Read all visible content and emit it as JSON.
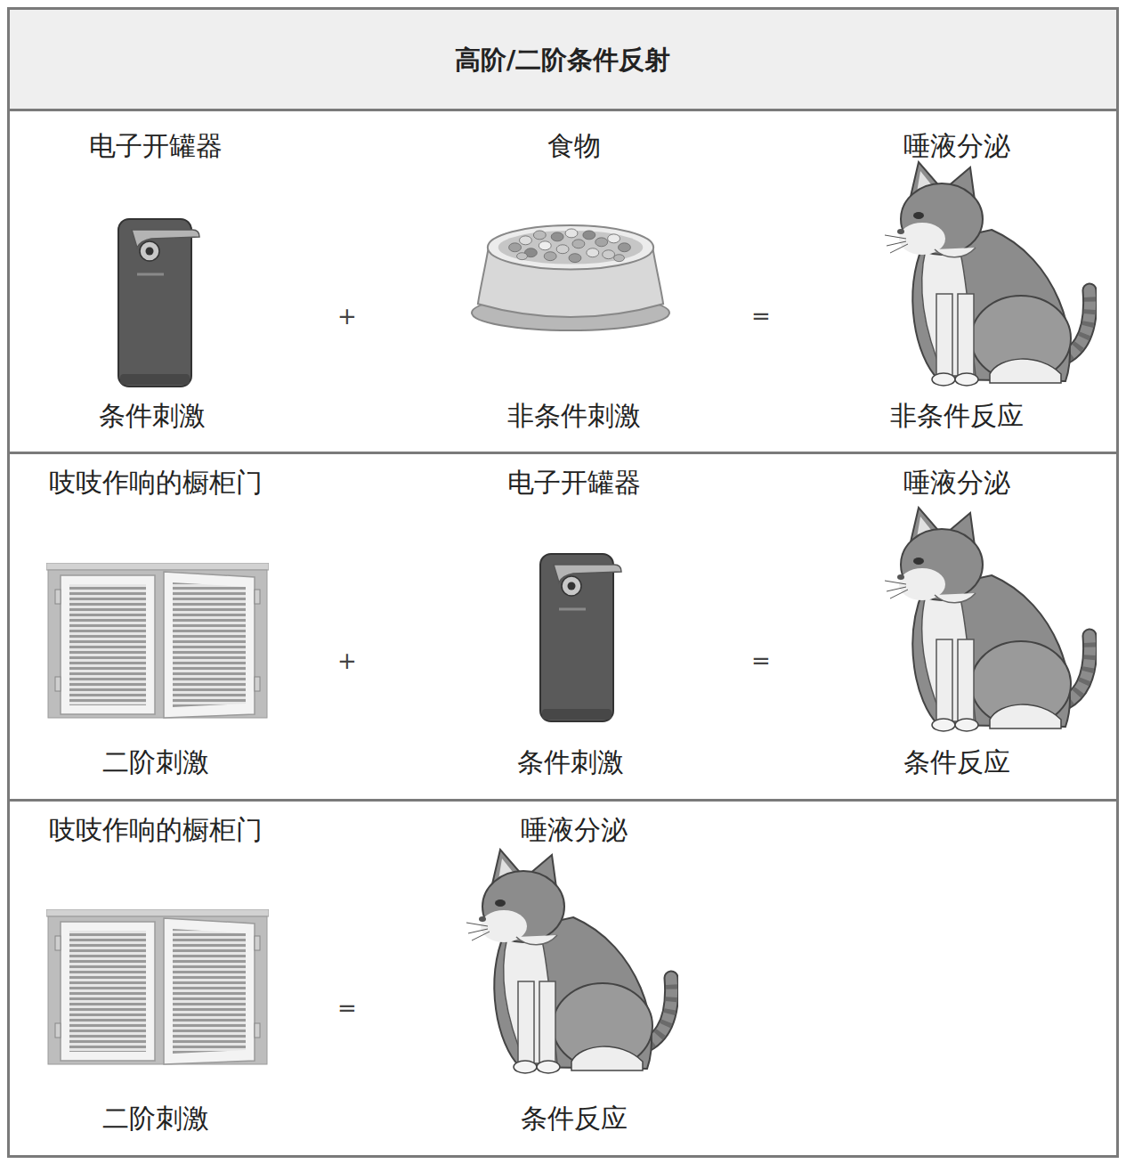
{
  "diagram": {
    "title": "高阶/二阶条件反射",
    "nodes": [
      {
        "text": [
          "电子开罐器",
          "食物",
          "唾液分泌",
          "+",
          "=",
          "条件刺激",
          "非条件刺激",
          "非条件反应"
        ]
      },
      {
        "text": [
          "吱吱作响的橱柜门",
          "电子开罐器",
          "唾液分泌",
          "+",
          "=",
          "二阶刺激",
          "条件刺激",
          "条件反应"
        ]
      },
      {
        "text": [
          "吱吱作响的橱柜门",
          "唾液分泌",
          "=",
          "二阶刺激",
          "条件反应"
        ]
      }
    ]
  }
}
